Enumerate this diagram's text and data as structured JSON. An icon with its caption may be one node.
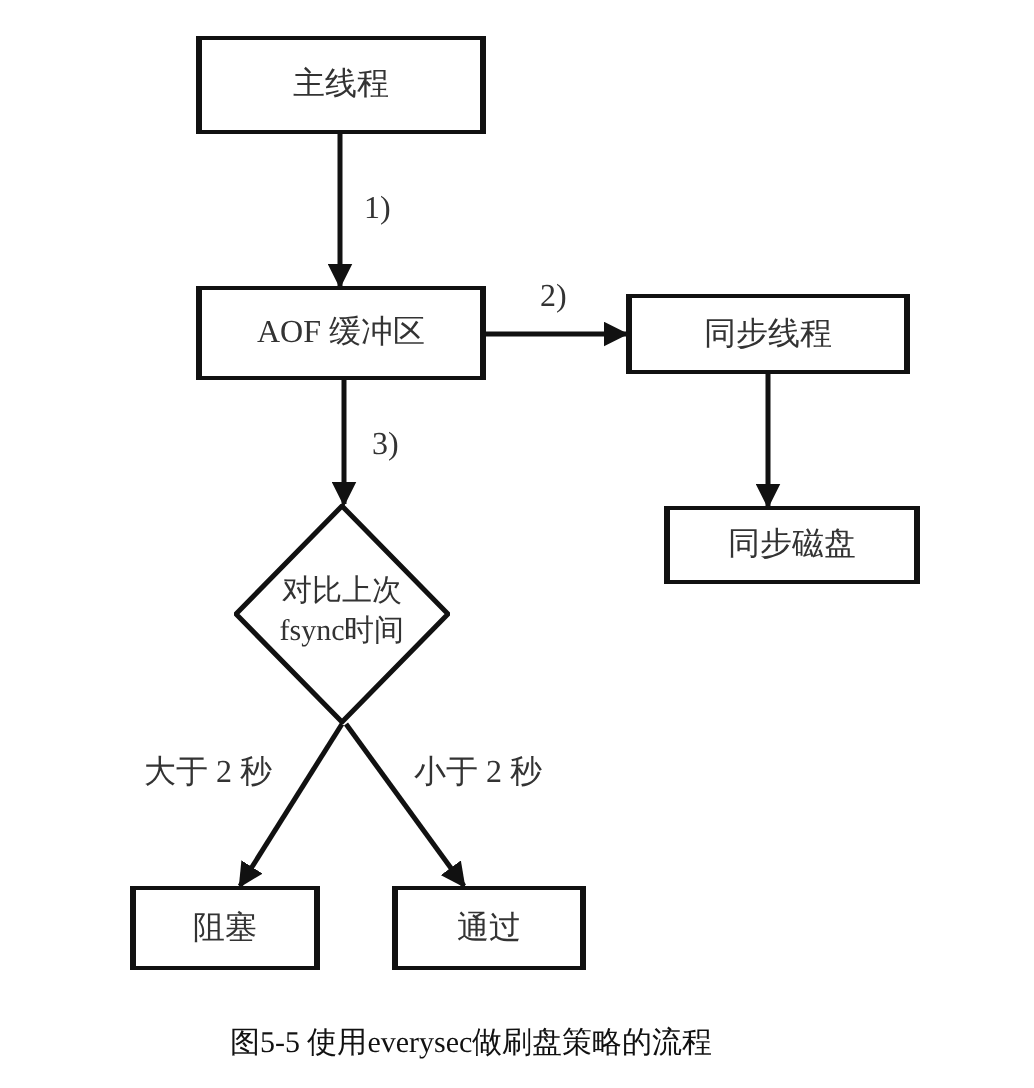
{
  "diagram": {
    "caption": "图5-5 使用everysec做刷盘策略的流程",
    "nodes": [
      {
        "text": [
          "主线程"
        ]
      },
      {
        "text": [
          "AOF 缓冲区"
        ]
      },
      {
        "text": [
          "同步线程"
        ]
      },
      {
        "text": [
          "同步磁盘"
        ]
      },
      {
        "text": [
          "对比上次 fsync时间"
        ]
      },
      {
        "text": [
          "阻塞"
        ]
      },
      {
        "text": [
          "通过"
        ]
      }
    ],
    "edges": [
      {
        "from": 0,
        "to": 1,
        "arrow": "to",
        "label": "1)"
      },
      {
        "from": 1,
        "to": 2,
        "arrow": "to",
        "label": "2)"
      },
      {
        "from": 2,
        "to": 3,
        "arrow": "to"
      },
      {
        "from": 1,
        "to": 4,
        "arrow": "to",
        "label": "3)"
      },
      {
        "from": 4,
        "to": 5,
        "arrow": "to",
        "label": "大于 2 秒"
      },
      {
        "from": 4,
        "to": 6,
        "arrow": "to",
        "label": "小于 2 秒"
      }
    ]
  }
}
